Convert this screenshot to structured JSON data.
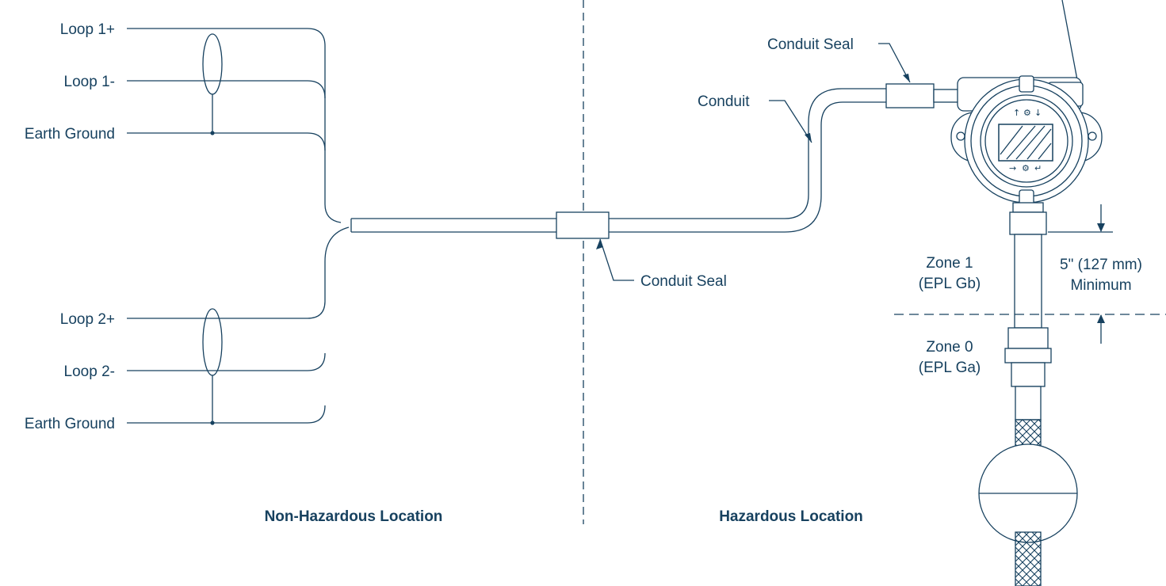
{
  "labels": {
    "loop1_plus": "Loop 1+",
    "loop1_minus": "Loop 1-",
    "earth_ground_1": "Earth Ground",
    "loop2_plus": "Loop 2+",
    "loop2_minus": "Loop 2-",
    "earth_ground_2": "Earth Ground",
    "conduit_seal_mid": "Conduit Seal",
    "conduit_seal_top": "Conduit Seal",
    "conduit": "Conduit",
    "zone1_line1": "Zone 1",
    "zone1_line2": "(EPL Gb)",
    "zone0_line1": "Zone 0",
    "zone0_line2": "(EPL Ga)",
    "min_line1": "5\" (127 mm)",
    "min_line2": "Minimum",
    "non_hazardous": "Non-Hazardous Location",
    "hazardous": "Hazardous Location"
  },
  "colors": {
    "line": "#17415f",
    "text": "#17415f",
    "background": "#ffffff"
  }
}
